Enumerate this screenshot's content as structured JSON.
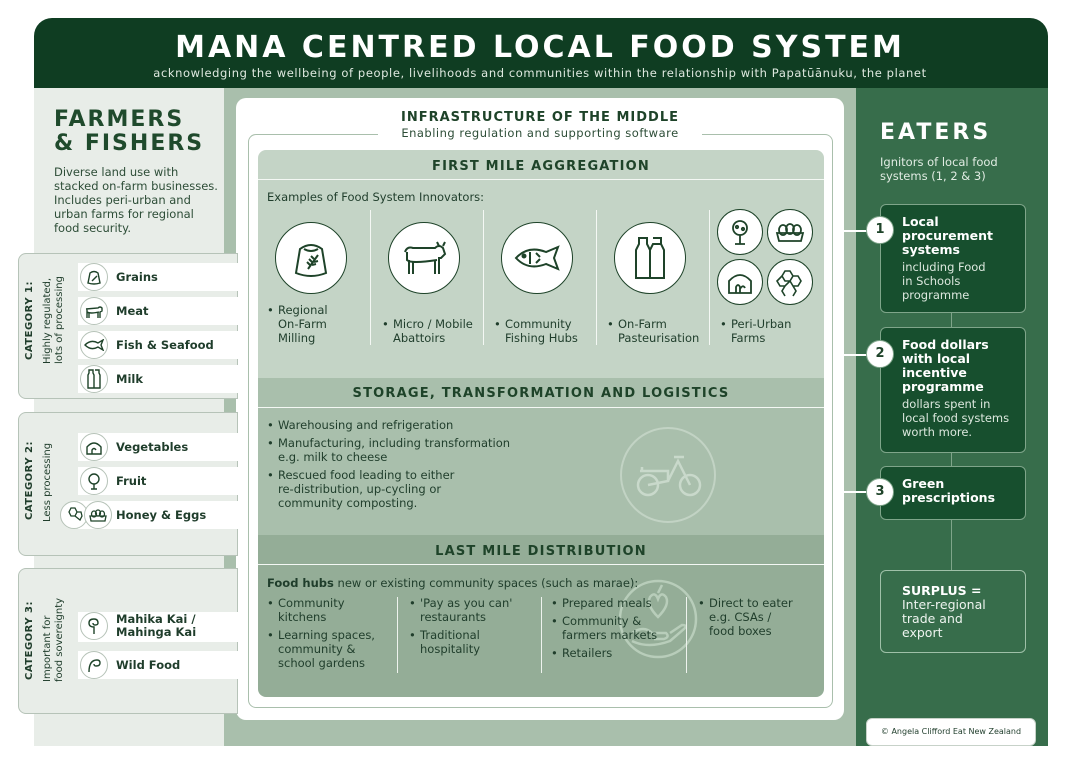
{
  "header": {
    "title": "MANA CENTRED LOCAL FOOD SYSTEM",
    "subtitle": "acknowledging the wellbeing of people, livelihoods and communities within the relationship with Papatūānuku, the planet"
  },
  "farmers": {
    "title_line1": "FARMERS",
    "title_line2": "& FISHERS",
    "description": "Diverse land use with stacked on-farm businesses. Includes peri-urban and urban farms for regional food security."
  },
  "categories": [
    {
      "label": "CATEGORY 1:",
      "note_line1": "Highly regulated,",
      "note_line2": "lots of processing",
      "items": [
        {
          "label": "Grains",
          "icon": "grain-sack-icon"
        },
        {
          "label": "Meat",
          "icon": "cow-icon"
        },
        {
          "label": "Fish & Seafood",
          "icon": "fish-icon"
        },
        {
          "label": "Milk",
          "icon": "milk-bottles-icon"
        }
      ]
    },
    {
      "label": "CATEGORY 2:",
      "note_line1": "Less processing",
      "note_line2": "",
      "items": [
        {
          "label": "Vegetables",
          "icon": "vegetable-plant-icon"
        },
        {
          "label": "Fruit",
          "icon": "fruit-tree-icon"
        },
        {
          "label": "Honey & Eggs",
          "icon": "honeycomb-eggs-icon"
        }
      ]
    },
    {
      "label": "CATEGORY 3:",
      "note_line1": "Important for",
      "note_line2": "food sovereignty",
      "items": [
        {
          "label_line1": "Mahika Kai /",
          "label_line2": "Mahinga Kai",
          "icon": "koru-icon"
        },
        {
          "label": "Wild Food",
          "icon": "fern-icon"
        }
      ]
    }
  ],
  "middle": {
    "title": "INFRASTRUCTURE OF THE MIDDLE",
    "subtitle": "Enabling regulation and supporting software",
    "first_mile": {
      "heading": "FIRST MILE AGGREGATION",
      "intro": "Examples of Food System Innovators:",
      "innovators": [
        {
          "lines": [
            "Regional",
            "On-Farm",
            "Milling"
          ],
          "icon": "grain-sack-icon"
        },
        {
          "lines": [
            "Micro / Mobile",
            "Abattoirs"
          ],
          "icon": "cow-icon"
        },
        {
          "lines": [
            "Community",
            "Fishing Hubs"
          ],
          "icon": "fish-icon"
        },
        {
          "lines": [
            "On-Farm",
            "Pasteurisation"
          ],
          "icon": "milk-bottles-icon"
        },
        {
          "lines": [
            "Peri-Urban",
            "Farms"
          ],
          "icon": "peri-urban-icons"
        }
      ]
    },
    "storage": {
      "heading": "STORAGE, TRANSFORMATION AND LOGISTICS",
      "bullets": [
        [
          "Warehousing and refrigeration"
        ],
        [
          "Manufacturing, including transformation",
          "e.g. milk to cheese"
        ],
        [
          "Rescued food leading to either",
          "re-distribution, up-cycling or",
          "community composting."
        ]
      ],
      "icon": "cargo-bike-icon"
    },
    "last_mile": {
      "heading": "LAST MILE DISTRIBUTION",
      "intro_bold": "Food hubs",
      "intro_rest": " new or existing community spaces (such as marae):",
      "columns": [
        [
          [
            "Community",
            "kitchens"
          ],
          [
            "Learning spaces,",
            "community &",
            "school gardens"
          ]
        ],
        [
          [
            "'Pay as you can'",
            "restaurants"
          ],
          [
            "Traditional",
            "hospitality"
          ]
        ],
        [
          [
            "Prepared meals"
          ],
          [
            "Community &",
            "farmers markets"
          ],
          [
            "Retailers"
          ]
        ],
        [
          [
            "Direct to eater",
            "e.g. CSAs /",
            "food boxes"
          ]
        ]
      ],
      "icon": "heart-hands-icon"
    }
  },
  "eaters": {
    "title": "EATERS",
    "description": "Ignitors of local food systems (1, 2 & 3)",
    "items": [
      {
        "number": "1",
        "heading_lines": [
          "Local",
          "procurement",
          "systems"
        ],
        "desc_lines": [
          "including Food",
          "in Schools",
          "programme"
        ]
      },
      {
        "number": "2",
        "heading_lines": [
          "Food dollars",
          "with local",
          "incentive",
          "programme"
        ],
        "desc_lines": [
          "dollars spent in",
          "local food systems",
          "worth more."
        ]
      },
      {
        "number": "3",
        "heading_lines": [
          "Green",
          "prescriptions"
        ],
        "desc_lines": []
      }
    ],
    "surplus": {
      "heading": "SURPLUS =",
      "lines": [
        "Inter-regional",
        "trade and",
        "export"
      ]
    }
  },
  "credit": "© Angela Clifford  Eat New Zealand",
  "colors": {
    "dark_green": "#0f3d22",
    "mid_green": "#376d4b",
    "sage": "#a9bfac",
    "light_sage": "#c4d4c6",
    "pale": "#e8ede8"
  }
}
